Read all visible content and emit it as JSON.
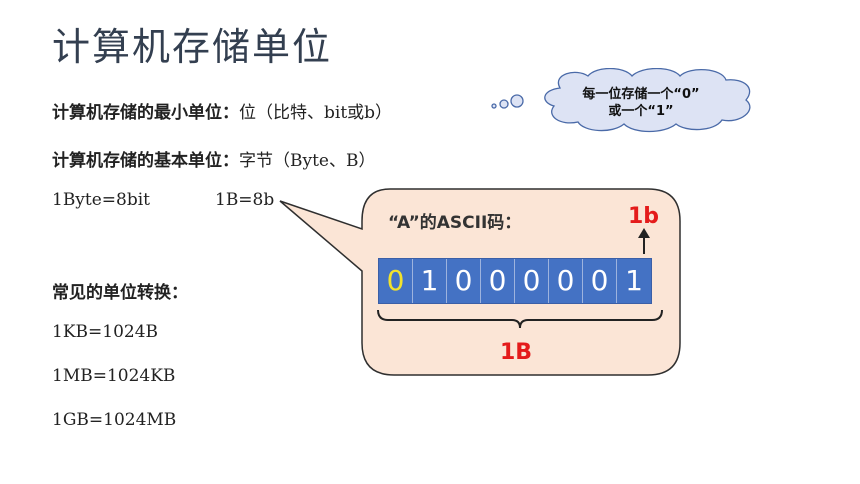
{
  "title": "计算机存储单位",
  "lines": {
    "min_unit_label": "计算机存储的最小单位：",
    "min_unit_value": "位（比特、bit或b）",
    "basic_unit_label": "计算机存储的基本单位：",
    "basic_unit_value": "字节（Byte、B）",
    "byte_eq": "1Byte=8bit",
    "b_eq": "1B=8b",
    "conv_title": "常见的单位转换：",
    "kb": "1KB=1024B",
    "mb": "1MB=1024KB",
    "gb": "1GB=1024MB"
  },
  "cloud": {
    "line1": "每一位存储一个“0”",
    "line2": "或一个“1”"
  },
  "callout": {
    "label": "“A”的ASCII码：",
    "bits": [
      "0",
      "1",
      "0",
      "0",
      "0",
      "0",
      "0",
      "1"
    ],
    "bit_label": "1b",
    "byte_label": "1B"
  },
  "colors": {
    "title": "#333f50",
    "bit_fill": "#4472c4",
    "first_bit_text": "#f2e22c",
    "accent_red": "#e41b1b",
    "callout_fill": "#fbe5d6",
    "cloud_fill": "#dde3f4"
  }
}
